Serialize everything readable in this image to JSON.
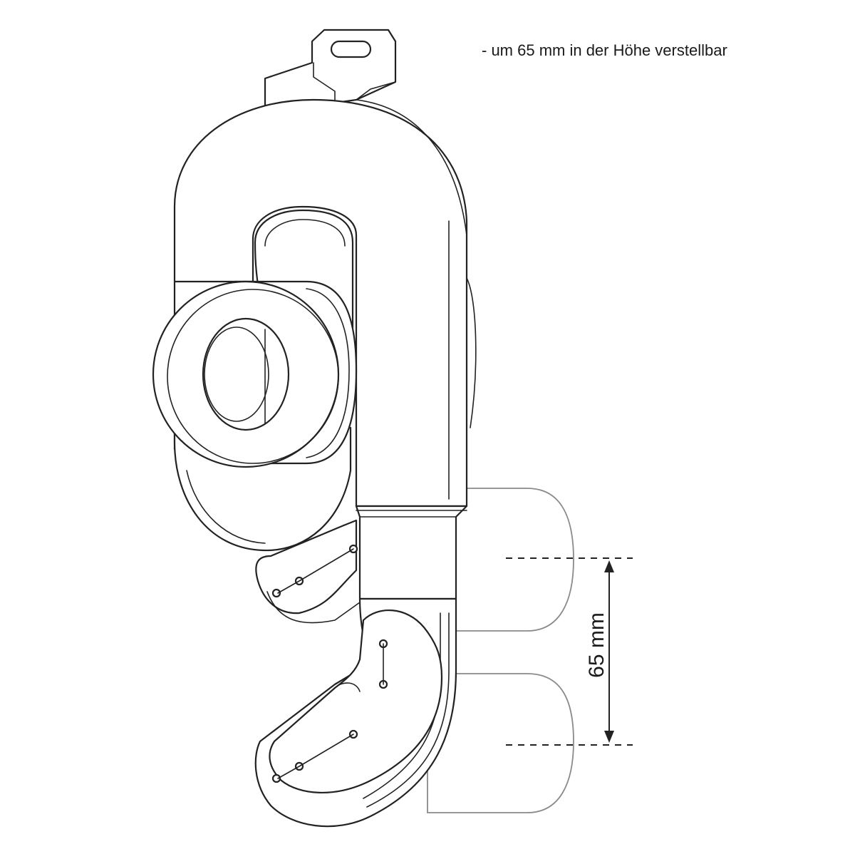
{
  "annotation": {
    "note": "- um 65 mm in der Höhe verstellbar"
  },
  "dimension": {
    "label": "65 mm",
    "value_mm": 65
  }
}
